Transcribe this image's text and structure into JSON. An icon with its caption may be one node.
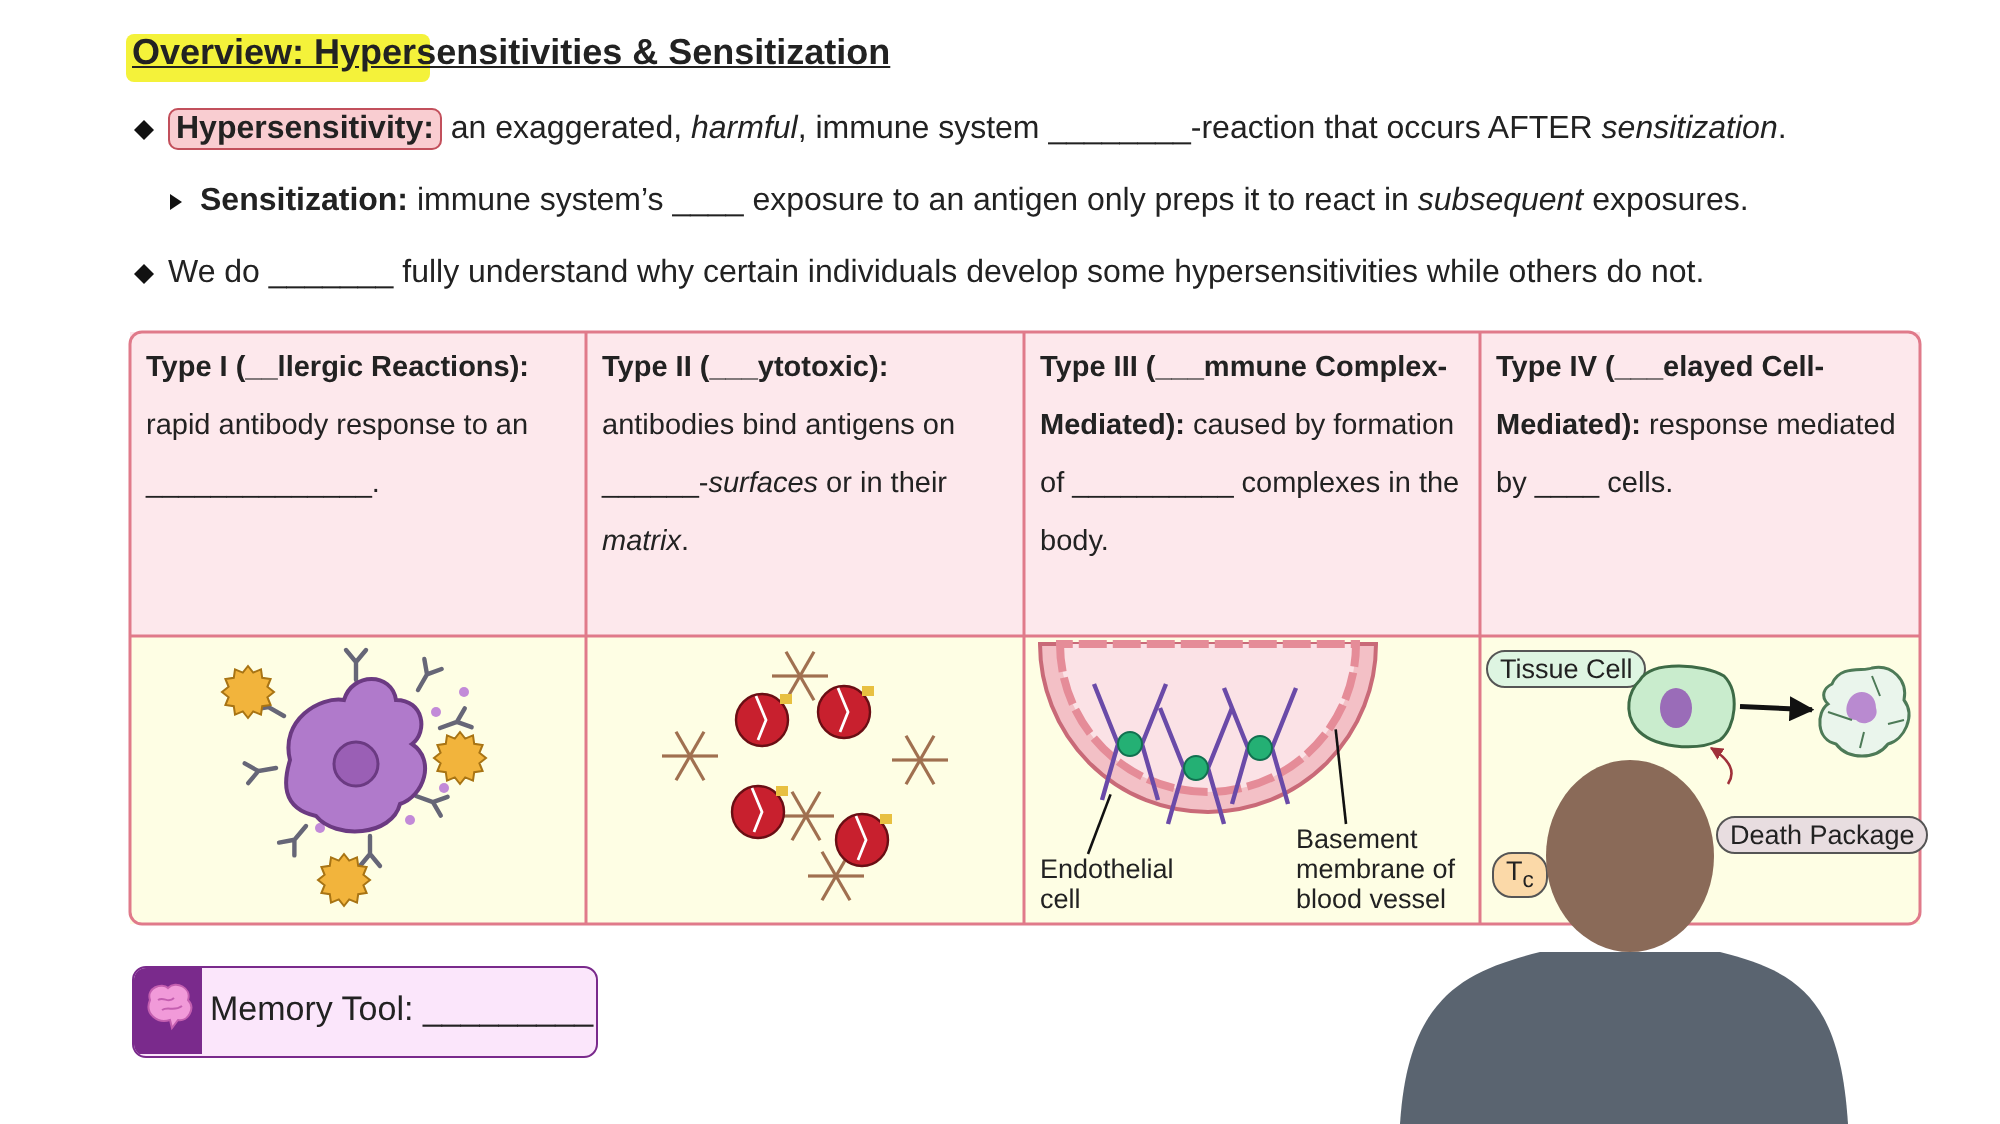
{
  "diagram": {
    "title": "Overview: Hypersensitivities & Sensitization",
    "nodes": [
      {
        "text": [
          "**Type I (__llergic Reactions):** rapid antibody response to an ______________."
        ]
      },
      {
        "text": [
          "**Type II (___ytotoxic):** antibodies bind antigens on ______-*surfaces* or in their *matrix*."
        ]
      },
      {
        "text": [
          "**Type III (___mmune Complex-Mediated):** caused by formation of __________ complexes in the body."
        ]
      },
      {
        "text": [
          "**Type IV (___elayed Cell-Mediated):** response mediated by ____ cells."
        ]
      },
      {
        "text": [],
        "shape": "picture"
      },
      {
        "text": [
          "Endothelial cell"
        ]
      },
      {
        "text": [
          "Basement membrane of blood vessel"
        ]
      },
      {
        "text": [
          "Tissue Cell"
        ]
      },
      {
        "text": [],
        "shape": "picture"
      },
      {
        "text": [],
        "shape": "picture"
      },
      {
        "text": [
          "Death Package"
        ]
      },
      {
        "text": [
          "T$_{c}$"
        ]
      },
      {
        "text": [
          "Memory Tool: _________."
        ]
      }
    ],
    "edges": [
      {
        "from": 8,
        "to": 9,
        "arrow": "to"
      },
      {
        "from": 5,
        "to": 4,
        "arrow": "none"
      },
      {
        "from": 6,
        "to": 4,
        "arrow": "none"
      },
      {
        "from": null,
        "to": 8,
        "arrow": "to",
        "color": "#a0303a"
      }
    ],
    "labels": [
      "**Hypersensitivity:** an exaggerated, *harmful*, immune system ________-reaction that occurs AFTER *sensitization*.",
      "**Sensitization:** immune system’s ____ exposure to an antigen only preps it to react in *subsequent* exposures.",
      "We do _______ fully understand why certain individuals develop some hypersensitivities while others do not."
    ]
  }
}
